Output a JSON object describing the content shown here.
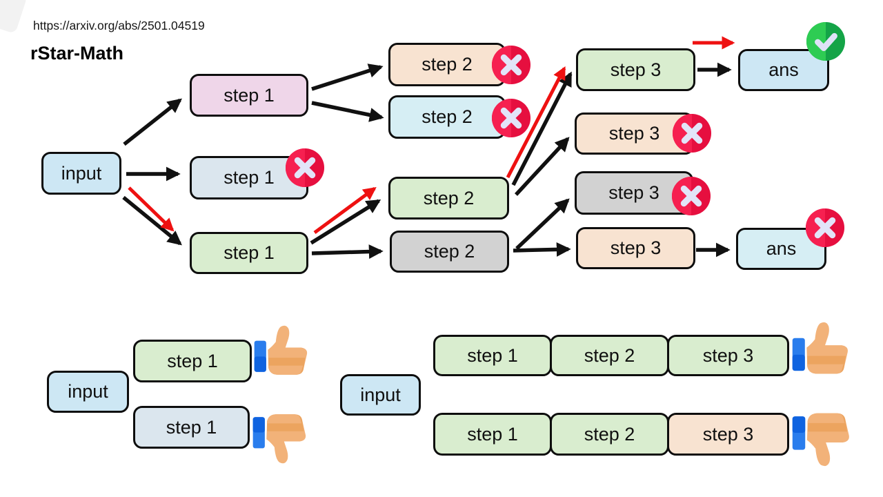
{
  "header": {
    "url": "https://arxiv.org/abs/2501.04519",
    "title": "rStar-Math"
  },
  "tree": {
    "nodes": {
      "input": {
        "label": "input",
        "color": "blue",
        "mark": null
      },
      "s1_pink": {
        "label": "step 1",
        "color": "pink",
        "mark": null
      },
      "s1_blue": {
        "label": "step 1",
        "color": "bluegray",
        "mark": "wrong"
      },
      "s1_green": {
        "label": "step 1",
        "color": "green",
        "mark": null
      },
      "s2_peach": {
        "label": "step 2",
        "color": "peach",
        "mark": "wrong"
      },
      "s2_cyan": {
        "label": "step 2",
        "color": "cyan",
        "mark": "wrong"
      },
      "s2_green": {
        "label": "step 2",
        "color": "green",
        "mark": null
      },
      "s2_gray": {
        "label": "step 2",
        "color": "gray",
        "mark": null
      },
      "s3_green": {
        "label": "step 3",
        "color": "green",
        "mark": null
      },
      "s3_peach_x": {
        "label": "step 3",
        "color": "peach",
        "mark": "wrong"
      },
      "s3_gray_x": {
        "label": "step 3",
        "color": "gray",
        "mark": "wrong"
      },
      "s3_peach": {
        "label": "step 3",
        "color": "peach",
        "mark": null
      },
      "ans_top": {
        "label": "ans",
        "color": "blue",
        "mark": "correct"
      },
      "ans_bottom": {
        "label": "ans",
        "color": "cyan",
        "mark": "wrong"
      }
    },
    "edges": [
      {
        "from": "input",
        "to": "s1_pink",
        "red": false
      },
      {
        "from": "input",
        "to": "s1_blue",
        "red": false
      },
      {
        "from": "input",
        "to": "s1_green",
        "red": true
      },
      {
        "from": "s1_pink",
        "to": "s2_peach",
        "red": false
      },
      {
        "from": "s1_pink",
        "to": "s2_cyan",
        "red": false
      },
      {
        "from": "s1_green",
        "to": "s2_green",
        "red": true
      },
      {
        "from": "s1_green",
        "to": "s2_gray",
        "red": false
      },
      {
        "from": "s2_green",
        "to": "s3_green",
        "red": true
      },
      {
        "from": "s2_green",
        "to": "s3_peach_x",
        "red": false
      },
      {
        "from": "s2_gray",
        "to": "s3_gray_x",
        "red": false
      },
      {
        "from": "s2_gray",
        "to": "s3_peach",
        "red": false
      },
      {
        "from": "s3_green",
        "to": "ans_top",
        "red": true
      },
      {
        "from": "s3_peach",
        "to": "ans_bottom",
        "red": false
      }
    ]
  },
  "bottom_left": {
    "input": "input",
    "rows": [
      {
        "steps": [
          {
            "label": "step 1",
            "color": "green"
          }
        ],
        "verdict": "thumbs-up"
      },
      {
        "steps": [
          {
            "label": "step 1",
            "color": "bluegray"
          }
        ],
        "verdict": "thumbs-down"
      }
    ]
  },
  "bottom_right": {
    "input": "input",
    "rows": [
      {
        "steps": [
          {
            "label": "step 1",
            "color": "green"
          },
          {
            "label": "step 2",
            "color": "green"
          },
          {
            "label": "step 3",
            "color": "green"
          }
        ],
        "verdict": "thumbs-up"
      },
      {
        "steps": [
          {
            "label": "step 1",
            "color": "green"
          },
          {
            "label": "step 2",
            "color": "green"
          },
          {
            "label": "step 3",
            "color": "peach"
          }
        ],
        "verdict": "thumbs-down"
      }
    ]
  },
  "colors": {
    "node_blue": "#cde7f4",
    "node_pink": "#efd6e9",
    "node_bluegray": "#dbe6ee",
    "node_cyan": "#d6eef4",
    "node_green": "#d9edcf",
    "node_gray": "#d2d2d2",
    "node_peach": "#f8e3d1",
    "arrow_black": "#111111",
    "arrow_red": "#ee1111",
    "badge_wrong_red": "#e60f3f",
    "badge_correct_green": "#22b24c",
    "thumb_sleeve_blue": "#1570eb",
    "thumb_skin": "#f2b279"
  }
}
